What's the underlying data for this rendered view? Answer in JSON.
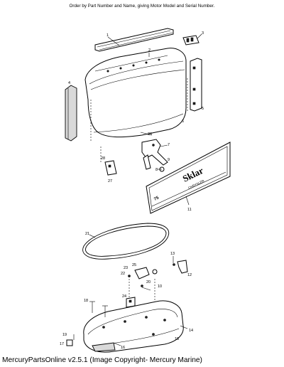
{
  "header": {
    "instruction": "Order by Part Number and Name, giving Motor Model and Serial Number."
  },
  "decal": {
    "brand": "Sklar",
    "maker": "CHRYSLER",
    "model_number": "75"
  },
  "callouts": {
    "c1": "1",
    "c2": "2",
    "c3": "3",
    "c4": "4",
    "c5": "5",
    "c6": "6",
    "c7": "7",
    "c8": "8",
    "c9": "9",
    "c10": "10",
    "c11": "11",
    "c12": "12",
    "c13": "13",
    "c14": "14",
    "c15": "15",
    "c16": "16",
    "c17": "17",
    "c18": "18",
    "c19": "19",
    "c20": "20",
    "c21": "21",
    "c22": "22",
    "c23": "23",
    "c24": "24",
    "c25": "25",
    "c26": "26",
    "c27": "27",
    "c28": "28"
  },
  "footer": {
    "credit": "MercuryPartsOnline v2.5.1 (Image Copyright- Mercury Marine)"
  }
}
